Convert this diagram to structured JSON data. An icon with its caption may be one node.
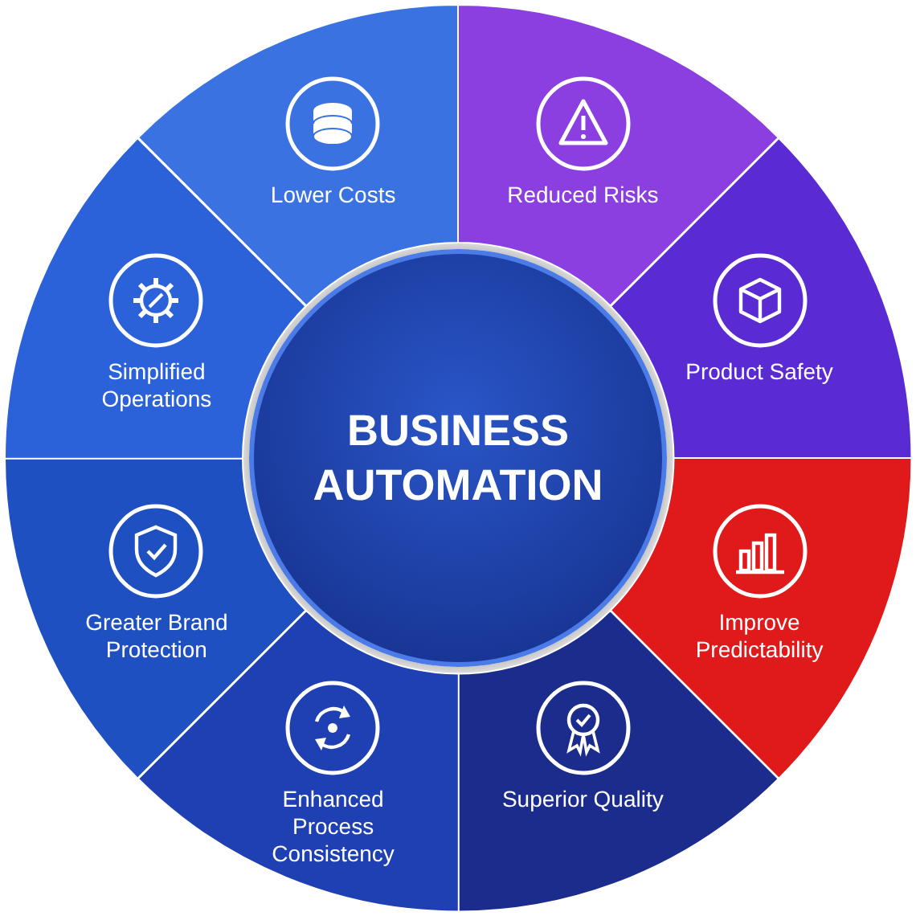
{
  "diagram": {
    "nodes": [
      {
        "text": [
          "BUSINESS AUTOMATION"
        ]
      },
      {
        "text": [
          "Lower Costs"
        ]
      },
      {
        "text": [
          "Reduced Risks"
        ]
      },
      {
        "text": [
          "Product Safety"
        ]
      },
      {
        "text": [
          "Improve Predictability"
        ]
      },
      {
        "text": [
          "Superior Quality"
        ]
      },
      {
        "text": [
          "Enhanced Process Consistency"
        ]
      },
      {
        "text": [
          "Greater Brand Protection"
        ]
      },
      {
        "text": [
          "Simplified Operations"
        ]
      }
    ]
  }
}
